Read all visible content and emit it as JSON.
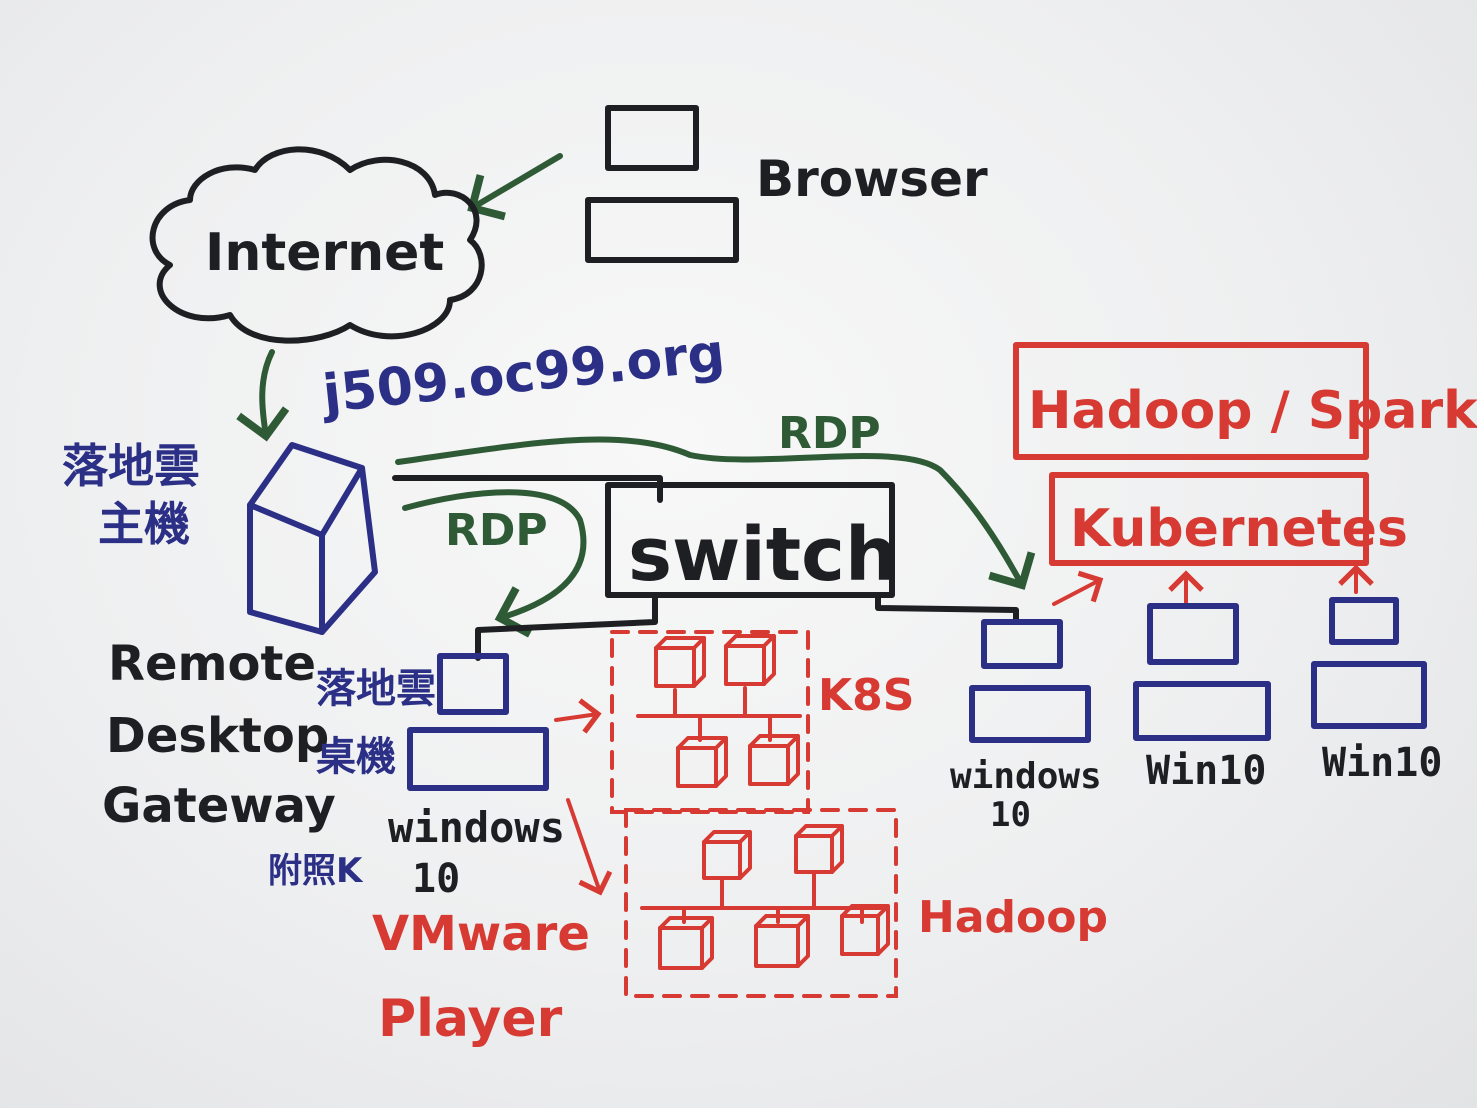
{
  "labels": {
    "browser": "Browser",
    "internet": "Internet",
    "domain": "j509.oc99.org",
    "cloud_host_line1": "落地雲",
    "cloud_host_line2": "主機",
    "rdg_line1": "Remote",
    "rdg_line2": "Desktop",
    "rdg_line3": "Gateway",
    "rdp_top": "RDP",
    "rdp_left": "RDP",
    "switch": "switch",
    "hadoop_spark": "Hadoop / Spark",
    "kubernetes": "Kubernetes",
    "client_line1": "落地雲",
    "client_line2": "桌機",
    "windows10_left_line1": "windows",
    "windows10_left_line2": "10",
    "attachment": "附照K",
    "vmware_line1": "VMware",
    "vmware_line2": "Player",
    "k8s": "K8S",
    "hadoop_cluster": "Hadoop",
    "windows10_right_line1": "windows",
    "windows10_right_line2": "10",
    "win10_a": "Win10",
    "win10_b": "Win10"
  },
  "colors": {
    "black_ink": "#1e1f22",
    "blue_ink": "#2b2f86",
    "green_ink": "#2f5a36",
    "red_ink": "#d63a32"
  }
}
